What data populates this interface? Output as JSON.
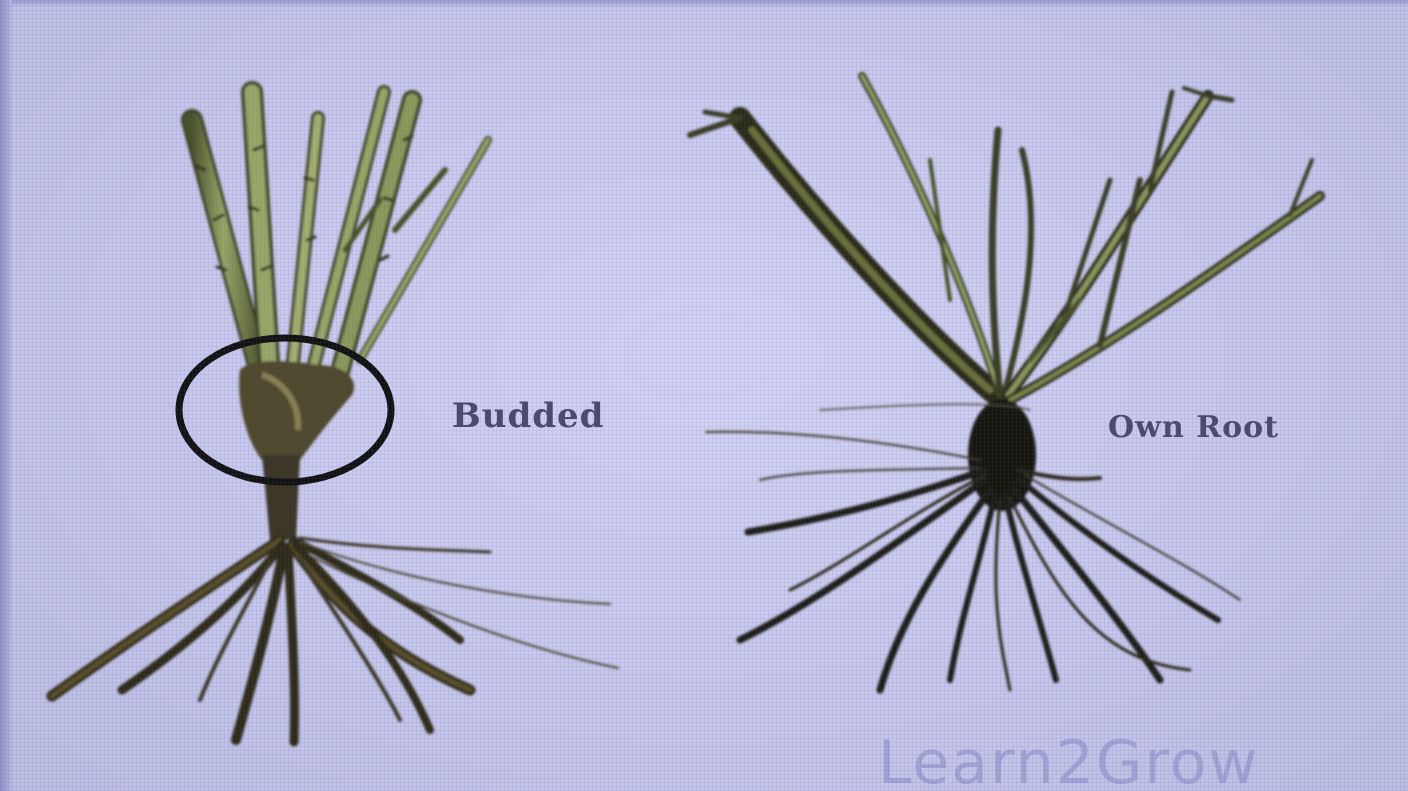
{
  "labels": {
    "budded": "Budded",
    "own_root": "Own Root"
  },
  "watermark": "Learn2Grow",
  "colors": {
    "background": "#c7c8ec",
    "cane_green": "#8c9a5a",
    "cane_dark": "#3d4222",
    "root_dark": "#2e2a18",
    "label_text": "#4a4a6e",
    "circle_stroke": "#121212"
  }
}
